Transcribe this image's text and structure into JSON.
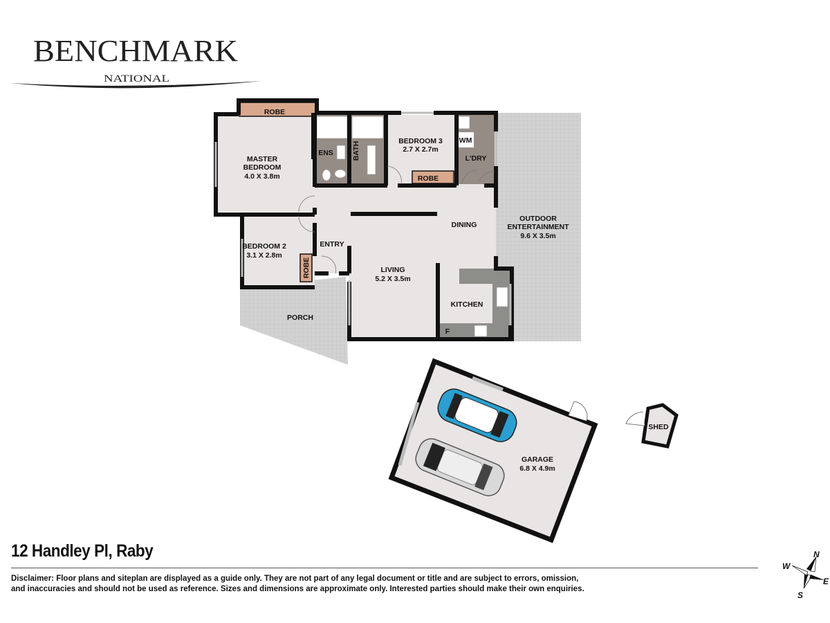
{
  "brand": {
    "name_large": "BENCHMARK",
    "name_small": "NATIONAL"
  },
  "rooms": {
    "master_robe": "ROBE",
    "master": {
      "name1": "MASTER",
      "name2": "BEDROOM",
      "dims": "4.0 X 3.8m"
    },
    "ens": "ENS",
    "bath": "BATH",
    "bedroom3": {
      "name": "BEDROOM 3",
      "dims": "2.7 X 2.7m"
    },
    "bed3_robe": "ROBE",
    "wm": "WM",
    "laundry": "L'DRY",
    "dining": "DINING",
    "outdoor": {
      "name1": "OUTDOOR",
      "name2": "ENTERTAINMENT",
      "dims": "9.6 X 3.5m"
    },
    "bedroom2": {
      "name": "BEDROOM 2",
      "dims": "3.1 X 2.8m"
    },
    "bed2_robe": "ROBE",
    "entry": "ENTRY",
    "living": {
      "name": "LIVING",
      "dims": "5.2 X 3.5m"
    },
    "kitchen": "KITCHEN",
    "fridge": "F",
    "porch": "PORCH",
    "garage": {
      "name": "GARAGE",
      "dims": "6.8 X 4.9m"
    },
    "shed": "SHED"
  },
  "compass": {
    "n": "N",
    "e": "E",
    "s": "S",
    "w": "W"
  },
  "address": "12 Handley Pl, Raby",
  "disclaimer": {
    "line1": "Disclaimer: Floor plans and siteplan are displayed as a guide only. They are not part of any legal document or title and are subject to errors, omission,",
    "line2": "and inaccuracies and should not be used as reference. Sizes and dimensions are approximate only. Interested parties should make their own enquiries."
  },
  "colors": {
    "floor": "#e9e5e4",
    "wet": "#968c86",
    "robe": "#d9a88c",
    "outdoor": "#cfcfcf",
    "wall": "#111111"
  }
}
